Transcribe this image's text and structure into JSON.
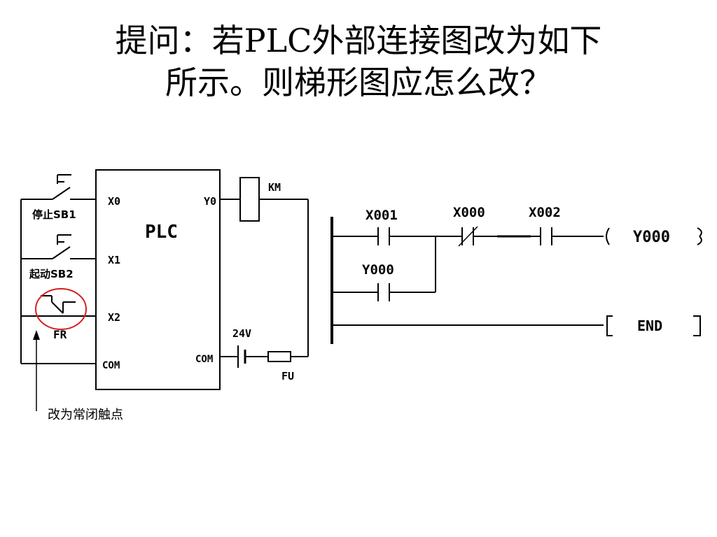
{
  "slide": {
    "title_line1": "提问：若PLC外部连接图改为如下",
    "title_line2": "所示。则梯形图应怎么改？"
  },
  "wiring": {
    "plc_label": "PLC",
    "inputs": [
      {
        "terminal": "X0",
        "device": "停止SB1"
      },
      {
        "terminal": "X1",
        "device": "起动SB2"
      },
      {
        "terminal": "X2",
        "device": "FR"
      }
    ],
    "input_common": "COM",
    "output_terminal": "Y0",
    "output_common": "COM",
    "coil_label": "KM",
    "supply_label": "24V",
    "fuse_label": "FU",
    "annotation": "改为常闭触点",
    "highlight_color": "#d42020"
  },
  "ladder": {
    "rung1": {
      "contacts": [
        "X001",
        "X000",
        "X002"
      ],
      "parallel_contact": "Y000",
      "coil": "Y000"
    },
    "rung2": {
      "instruction": "END"
    }
  }
}
